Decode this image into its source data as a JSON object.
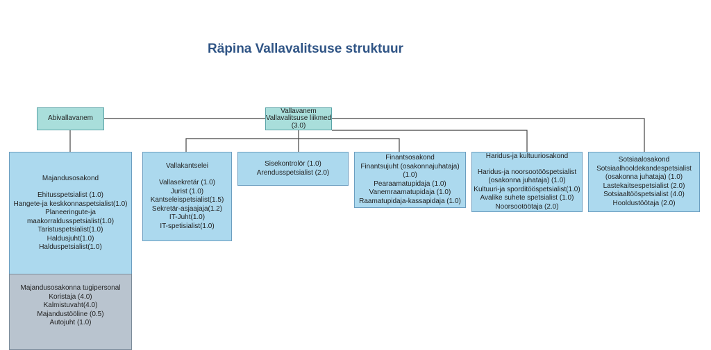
{
  "title": "Räpina Vallavalitsuse struktuur",
  "abivallavanem": {
    "lines": [
      "Abivallavanem"
    ]
  },
  "vallavanem": {
    "lines": [
      "Vallavanem",
      "Vallavalitsuse liikmed",
      "(3.0)"
    ]
  },
  "majandus": {
    "heading": "Majandusosakond",
    "lines": [
      "Ehitusspetsialist (1.0)",
      "Hangete-ja keskkonnaspetsialist(1.0)",
      "Planeeringute-ja",
      "maakorraldusspetsialist(1.0)",
      "Taristuspetsialist(1.0)",
      "Haldusjuht(1.0)",
      "Halduspetsialist(1.0)"
    ]
  },
  "tugipersonal": {
    "lines": [
      "Majandusosakonna tugipersonal",
      "Koristaja (4.0)",
      "Kalmistuvaht(4.0)",
      "Majandustööline (0.5)",
      "Autojuht (1.0)"
    ]
  },
  "kantselei": {
    "heading": "Vallakantselei",
    "lines": [
      "Vallasekretär (1.0)",
      "Jurist (1.0)",
      "Kantseleispetsialist(1.5)",
      "Sekretär-asjaajaja(1.2)",
      "IT-Juht(1.0)",
      "IT-spetisialist(1.0)"
    ]
  },
  "sisekontroll": {
    "lines": [
      "Sisekontrolör (1.0)",
      "Arendusspetsialist (2.0)"
    ]
  },
  "finants": {
    "lines": [
      "Finantsosakond",
      "Finantsujuht (osakonnajuhataja)",
      "(1.0)",
      "Pearaamatupidaja (1.0)",
      "Vanemraamatupidaja (1.0)",
      "Raamatupidaja-kassapidaja (1.0)"
    ]
  },
  "haridus": {
    "heading": "Haridus-ja kultuuriosakond",
    "lines": [
      "Haridus-ja noorsootööspetsialist",
      "(osakonna juhataja) (1.0)",
      "Kultuuri-ja sporditööspetsialist(1.0)",
      "Avalike suhete spetsialist (1.0)",
      "Noorsootöötaja (2.0)"
    ]
  },
  "sotsiaal": {
    "lines": [
      "Sotsiaalosakond",
      "Sotsiaalhooldekandespetsialist",
      "(osakonna juhataja) (1.0)",
      "Lastekaitsespetsialist (2.0)",
      "Sotsiaaltööspetsialist (4.0)",
      "Hooldustöötaja (2.0)"
    ]
  }
}
